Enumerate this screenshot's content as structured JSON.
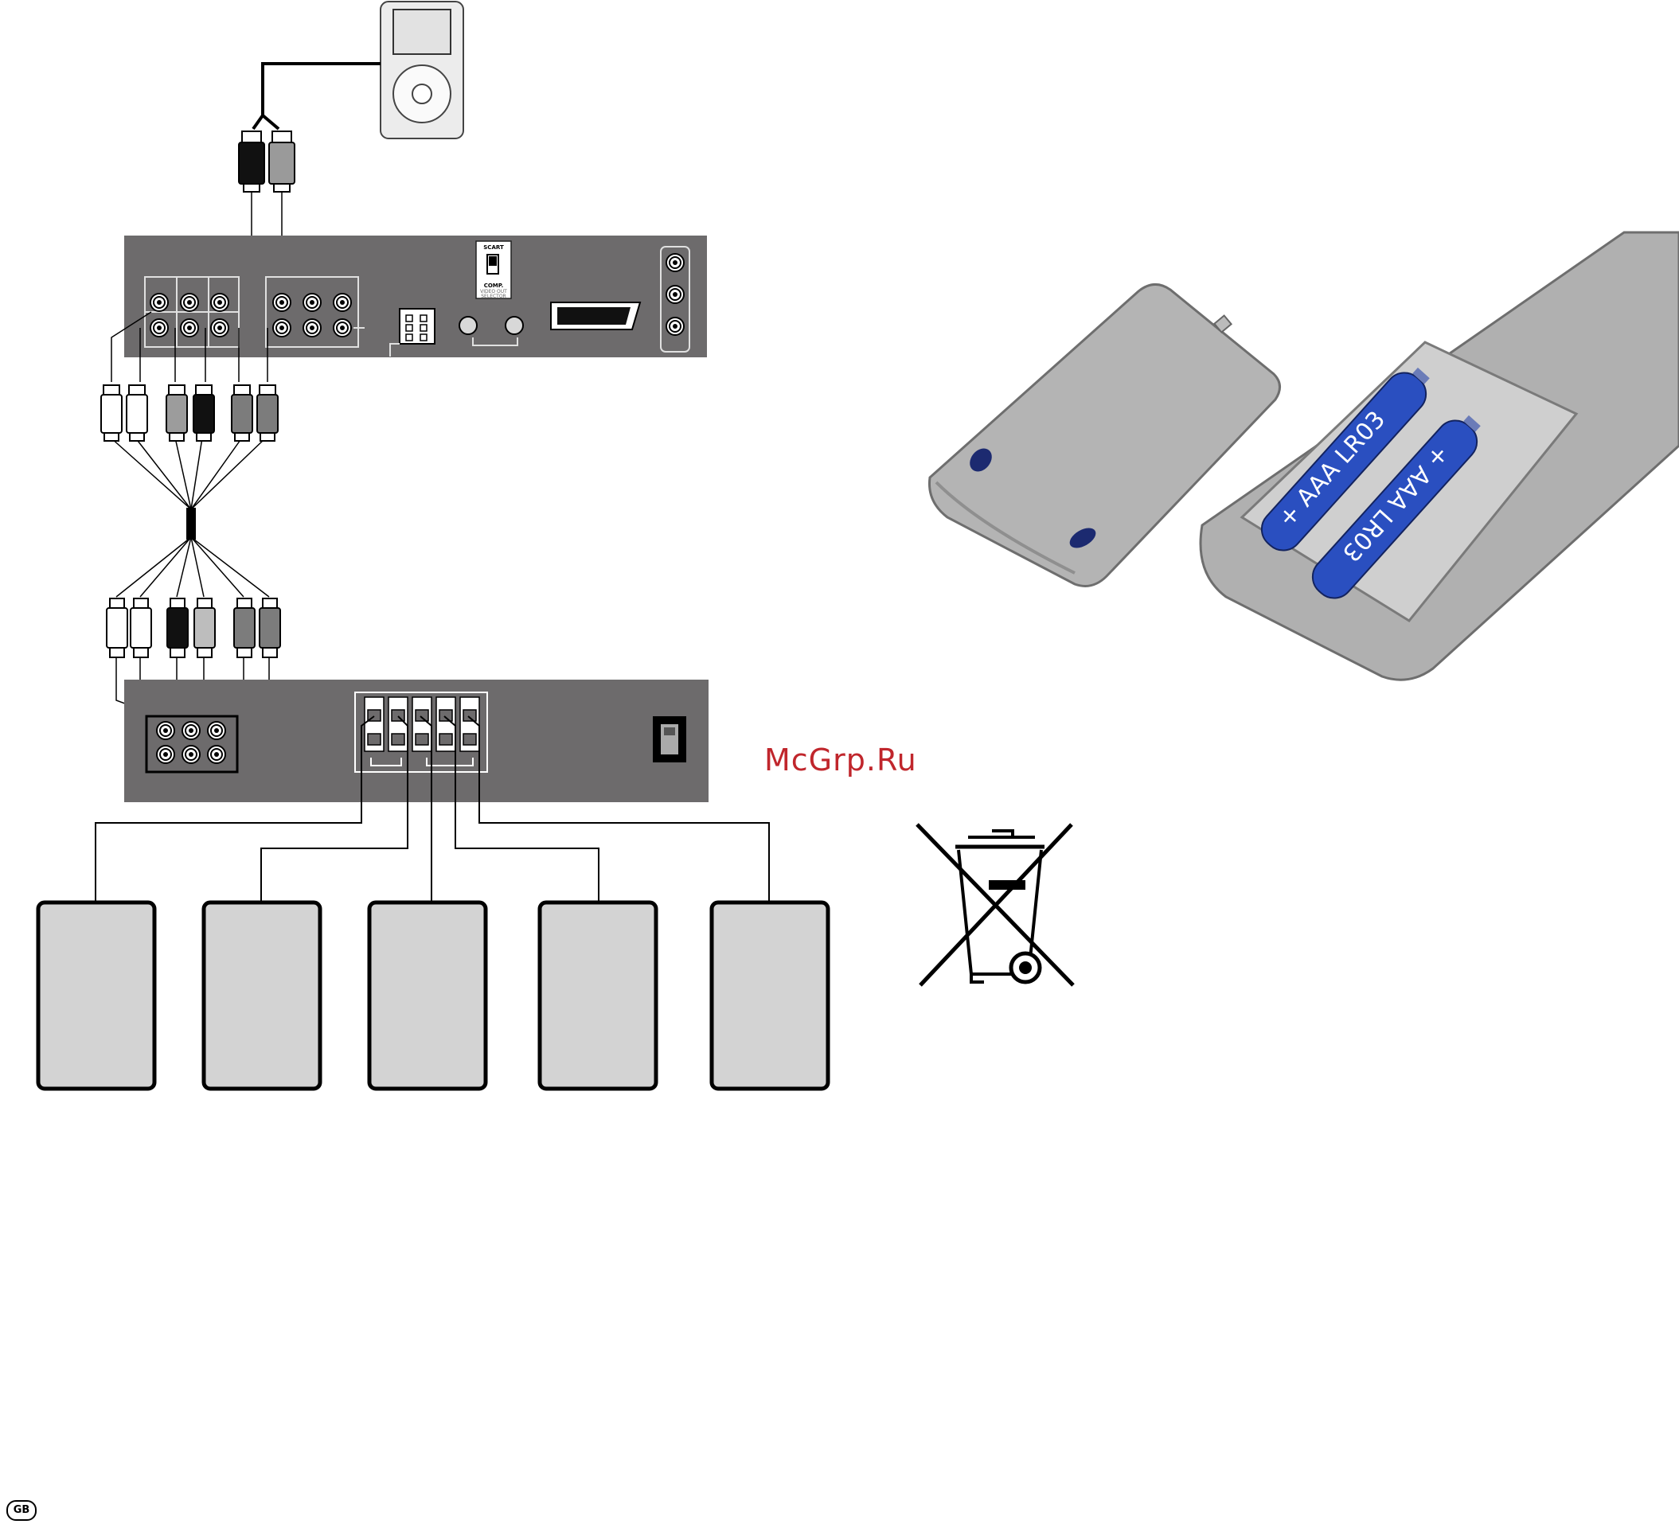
{
  "dvd_panel": {
    "switch_top_label": "SCART",
    "switch_bottom_label": "COMP.",
    "switch_caption_line1": "VIDEO OUT",
    "switch_caption_line2": "SELECTOR"
  },
  "remote": {
    "battery1_label": "+ AAA LR03",
    "battery2_label": "+ AAA LR03"
  },
  "watermark": "McGrp.Ru",
  "page_badge": "GB",
  "colors": {
    "panel": "#6d6b6c",
    "speaker_fill": "#d3d3d3",
    "battery": "#2a4fc0",
    "watermark": "#c0262c"
  }
}
